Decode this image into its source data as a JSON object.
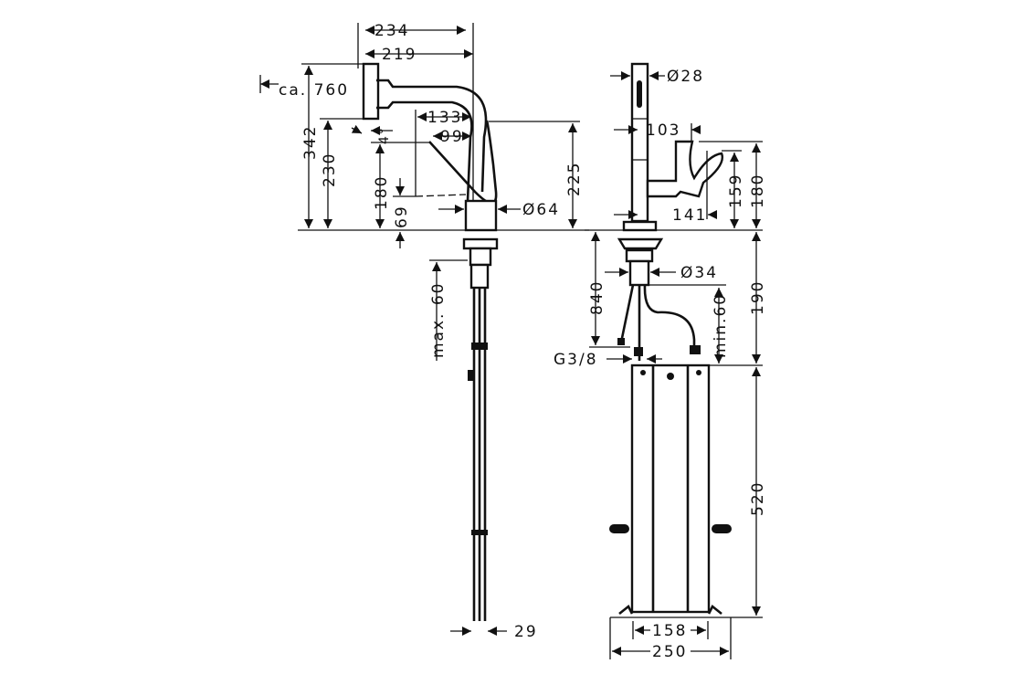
{
  "drawing": {
    "side_view": {
      "dims": {
        "total_reach": "234",
        "spout_reach": "219",
        "hose_pullout": "ca. 760",
        "handle_reach": "133",
        "handle_offset": "99",
        "tilt_angle": "4°",
        "total_height": "342",
        "spout_height": "230",
        "handle_height": "180",
        "outlet_height": "69",
        "body_height": "225",
        "body_diameter": "Ø64",
        "max_deck_thickness": "max. 60",
        "hose_width": "29"
      }
    },
    "front_view": {
      "dims": {
        "head_diameter": "Ø28",
        "lever_reach": "103",
        "lever_height": "159",
        "lever_total_height": "180",
        "lever_offset": "141",
        "shank_diameter": "Ø34",
        "hose_length": "840",
        "shank_length": "190",
        "min_clearance": "min.60",
        "thread": "G3/8",
        "box_height": "520",
        "box_inner_width": "158",
        "box_width": "250"
      }
    }
  }
}
